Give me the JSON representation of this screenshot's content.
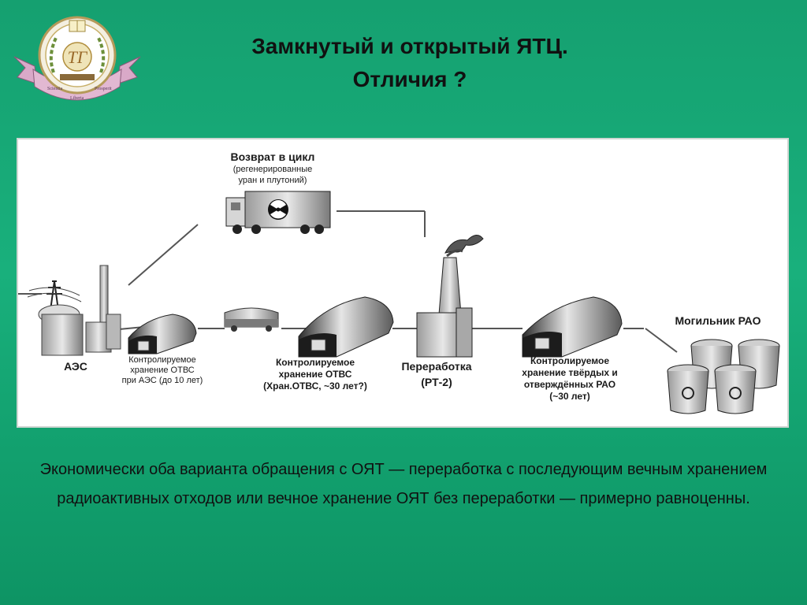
{
  "slide": {
    "title_line1": "Замкнутый и открытый ЯТЦ.",
    "title_line2": "Отличия ?",
    "caption": "Экономически оба варианта обращения с ОЯТ — переработка с последующим вечным хранением радиоактивных отходов или вечное хранение ОЯТ без переработки — примерно равноценны."
  },
  "emblem": {
    "motto_left": "Scientia",
    "motto_center": "Liberta",
    "motto_right": "Prosperit"
  },
  "diagram": {
    "return_cycle": {
      "title": "Возврат в цикл",
      "subtitle_line1": "(регенерированные",
      "subtitle_line2": "уран и плутоний)"
    },
    "aes": {
      "label": "АЭС"
    },
    "storage_at_aes": {
      "line1": "Контролируемое",
      "line2": "хранение ОТВС",
      "line3": "при АЭС (до 10 лет)"
    },
    "storage_main": {
      "line1": "Контролируемое",
      "line2": "хранение ОТВС",
      "line3": "(Хран.ОТВС, ~30 лет?)"
    },
    "reprocessing": {
      "line1": "Переработка",
      "line2": "(РТ-2)"
    },
    "waste_storage": {
      "line1": "Контролируемое",
      "line2": "хранение твёрдых и",
      "line3": "отверждённых РАО",
      "line4": "(~30 лет)"
    },
    "repository": {
      "label": "Могильник РАО"
    }
  }
}
